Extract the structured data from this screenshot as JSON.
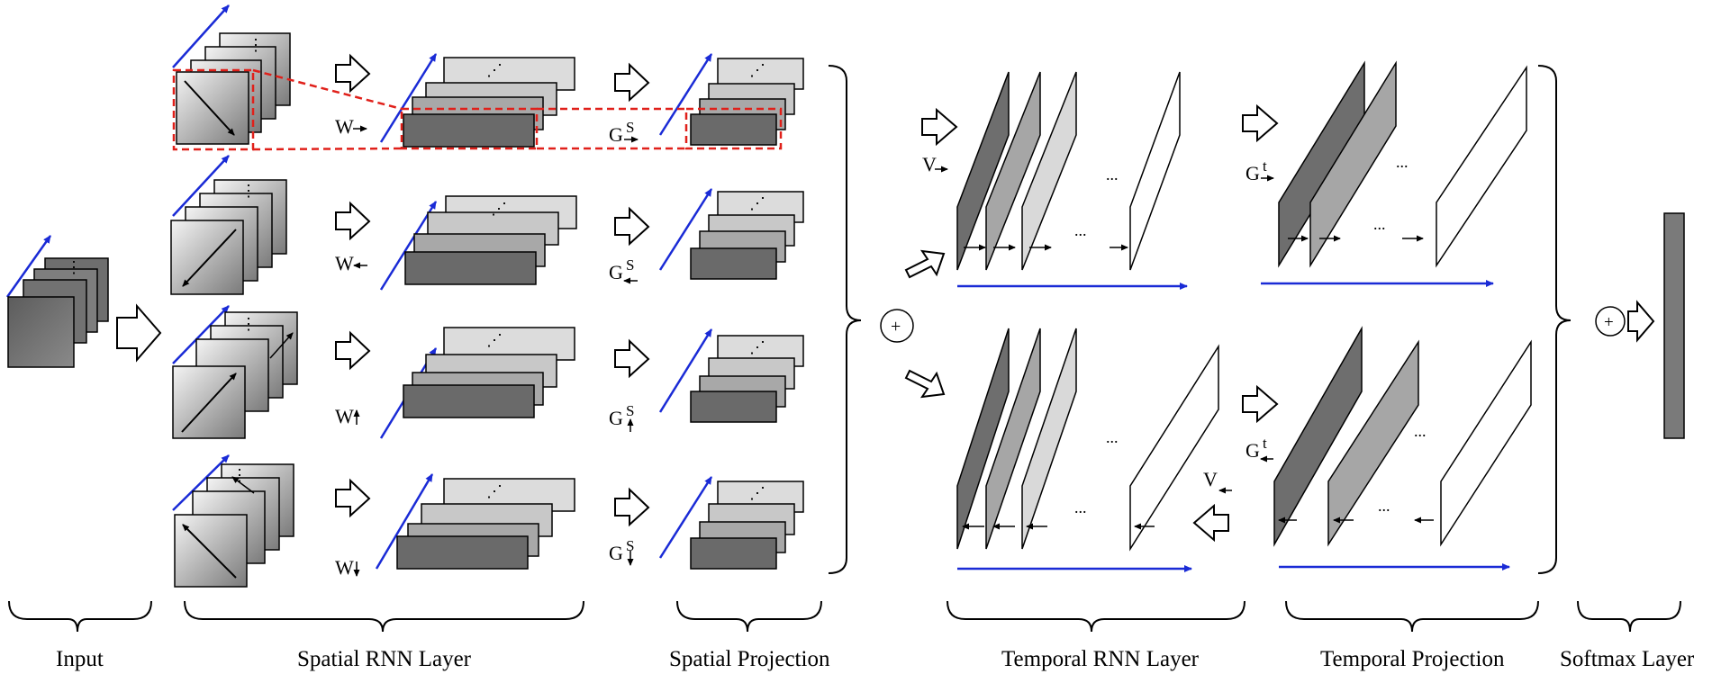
{
  "section_labels": {
    "input": "Input",
    "spatial_rnn": "Spatial RNN Layer",
    "spatial_projection": "Spatial Projection",
    "temporal_rnn": "Temporal RNN Layer",
    "temporal_projection": "Temporal Projection",
    "softmax": "Softmax Layer"
  },
  "weight_labels": {
    "w": "W",
    "g": "G",
    "s": "S",
    "t": "t",
    "v": "V"
  },
  "symbols": {
    "plus": "+",
    "ellipsis": "...",
    "vdots": "⋮"
  },
  "colors": {
    "axis_blue": "#1a2bd6",
    "dashed_red": "#e0201a",
    "dark_gray": "#6e6e6e",
    "mid_gray": "#a6a6a6",
    "light_gray": "#d9d9d9"
  }
}
